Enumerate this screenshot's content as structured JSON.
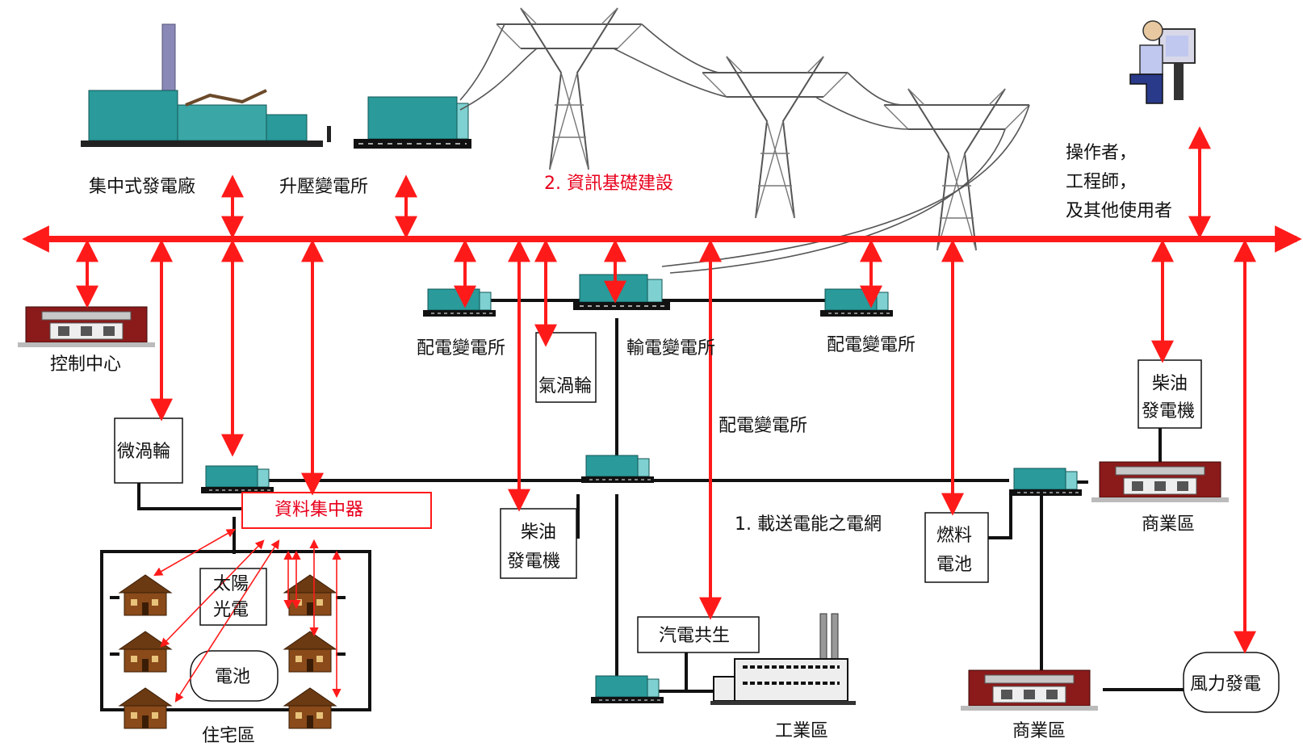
{
  "labels": {
    "central_plant": "集中式發電廠",
    "step_up_substation": "升壓變電所",
    "infrastructure": "2. 資訊基礎建設",
    "operators_1": "操作者，",
    "operators_2": "工程師，",
    "operators_3": "及其他使用者",
    "control_center": "控制中心",
    "dist_sub_left": "配電變電所",
    "gas_turbine": "氣渦輪",
    "transmission_sub": "輸電變電所",
    "dist_sub_right": "配電變電所",
    "dist_sub_mid": "配電變電所",
    "micro_turbine": "微渦輪",
    "data_concentrator": "資料集中器",
    "diesel_left_1": "柴油",
    "diesel_left_2": "發電機",
    "grid": "1. 載送電能之電網",
    "fuel_cell_1": "燃料",
    "fuel_cell_2": "電池",
    "diesel_right_1": "柴油",
    "diesel_right_2": "發電機",
    "commercial_upper": "商業區",
    "solar_1": "太陽",
    "solar_2": "光電",
    "battery": "電池",
    "residential": "住宅區",
    "cogeneration": "汽電共生",
    "industrial": "工業區",
    "commercial_lower": "商業區",
    "wind": "風力發電"
  },
  "colors": {
    "info_bus": "#ff1a1a",
    "power_line": "#111111",
    "equipment_teal": "#2a9a9a",
    "building_brick": "#8b1a1a",
    "house_brown": "#8a4a1a"
  }
}
